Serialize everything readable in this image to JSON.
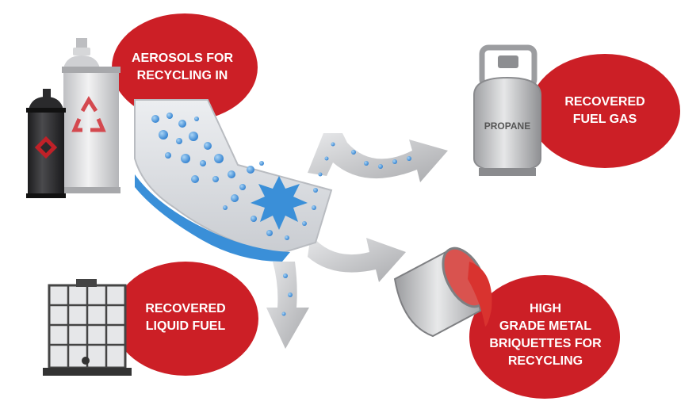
{
  "labels": {
    "aerosols_in": [
      "AEROSOLS FOR",
      "RECYCLING IN"
    ],
    "fuel_gas": [
      "RECOVERED",
      "FUEL GAS"
    ],
    "liquid_fuel": [
      "RECOVERED",
      "LIQUID FUEL"
    ],
    "metal": [
      "HIGH",
      "GRADE METAL",
      "BRIQUETTES FOR",
      "RECYCLING"
    ],
    "propane_tank": "PROPANE"
  },
  "colors": {
    "bubble_red": "#cc1f26",
    "tray_grey": "#dcdde0",
    "liquid_blue": "#3a8fd8",
    "arrow_grey": "#c9cacd"
  }
}
